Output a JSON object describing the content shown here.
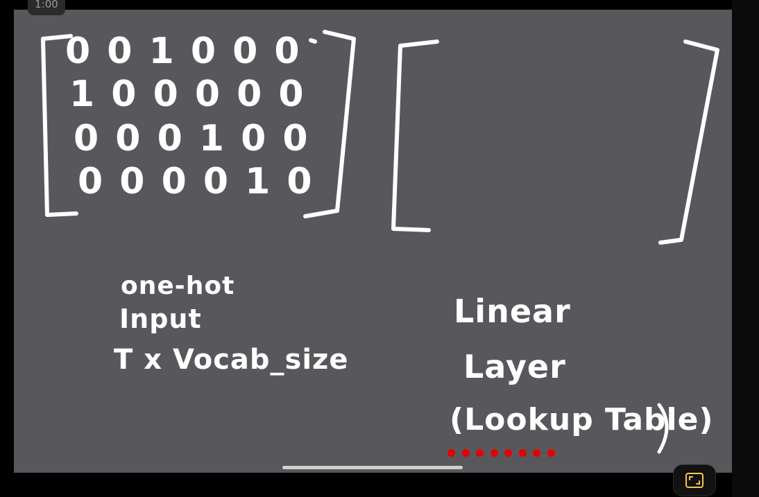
{
  "timestamp": "1:00",
  "matrix": {
    "rows": [
      "0 0 1 0 0 0",
      "1 0 0 0 0 0",
      "0 0 0 1 0 0",
      "0 0 0 0 1 0"
    ]
  },
  "left_caption": [
    "one-hot",
    "Input",
    "T x Vocab_size"
  ],
  "right_caption": [
    "Linear",
    "Layer",
    "(Lookup Table)"
  ],
  "colors": {
    "board": "#58585c",
    "ink": "#ffffff",
    "dot": "#e60000"
  },
  "page_dots_count": 8,
  "icons": {
    "fullscreen": "fullscreen-icon"
  }
}
